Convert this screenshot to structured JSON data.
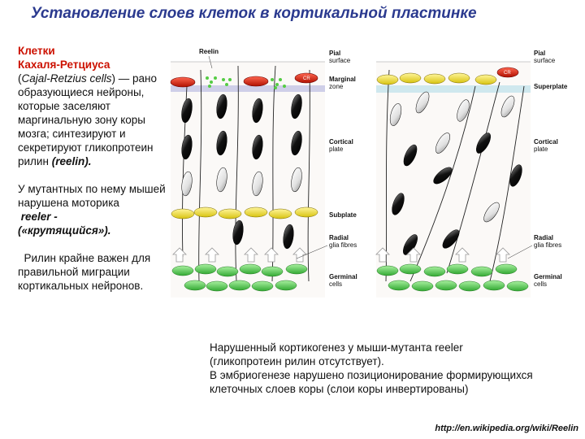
{
  "title": "Установление слоев клеток в кортикальной пластинке",
  "left": {
    "heading_line1": "Клетки",
    "heading_line2": "Кахаля-Ретциуса",
    "latin_name": "Cajal-Retzius cells",
    "description": ") — рано образующиеся нейроны, которые заселяют маргинальную зону коры мозга; синтезируют и секретируют гликопротеин рилин",
    "reelin_term": "(reelin).",
    "mutant_intro": "У мутантных по нему мышей нарушена моторика",
    "reeler_term": "reeler -",
    "reeler_translation": "(«крутящийся»).",
    "importance": "Рилин крайне важен для правильной миграции кортикальных нейронов."
  },
  "bottom": {
    "line1": "Нарушенный кортикогенез у мыши-мутанта reeler",
    "line2": "(гликопротеин рилин отсутствует).",
    "line3": "В эмбриогенезе нарушено позиционирование формирующихся клеточных слоев коры (слои коры инвертированы)"
  },
  "source": "http://en.wikipedia.org/wiki/Reelin",
  "diagram": {
    "reelin_label": "Reelin",
    "cr_label": "CR",
    "left_panel_labels": {
      "pial1": "Pial",
      "pial2": "surface",
      "marginal1": "Marginal",
      "marginal2": "zone",
      "cortical1": "Cortical",
      "cortical2": "plate",
      "subplate": "Subplate",
      "radial1": "Radial",
      "radial2": "glia fibres",
      "germinal1": "Germinal",
      "germinal2": "cells"
    },
    "right_panel_labels": {
      "pial1": "Pial",
      "pial2": "surface",
      "superplate": "Superplate",
      "cortical1": "Cortical",
      "cortical2": "plate",
      "radial1": "Radial",
      "radial2": "glia fibres",
      "germinal1": "Germinal",
      "germinal2": "cells"
    },
    "colors": {
      "cr_cell": "#d42010",
      "reelin_dot": "#55cc44",
      "subplate_cell": "#e8d820",
      "germinal_cell": "#55cc55",
      "marginal_band": "#cfcfe8",
      "superplate_band": "#cfe8ee",
      "neuron_dark": "#111111",
      "neuron_light": "#e6e6e6"
    }
  }
}
